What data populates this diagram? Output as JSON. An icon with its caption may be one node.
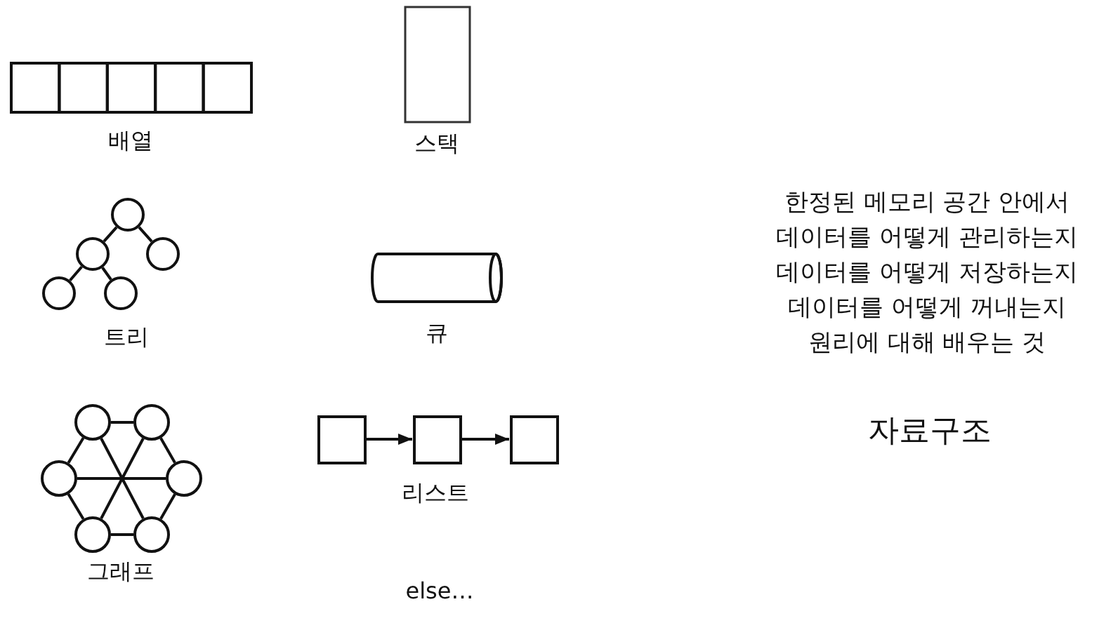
{
  "diagram": {
    "nodes": [
      {
        "text": [],
        "shape": "circle"
      },
      {
        "text": [],
        "shape": "circle"
      },
      {
        "text": [],
        "shape": "circle"
      },
      {
        "text": [],
        "shape": "circle"
      },
      {
        "text": [],
        "shape": "circle"
      },
      {
        "text": [],
        "shape": "circle"
      },
      {
        "text": [],
        "shape": "circle"
      },
      {
        "text": [],
        "shape": "circle"
      },
      {
        "text": [],
        "shape": "circle"
      },
      {
        "text": [],
        "shape": "circle"
      },
      {
        "text": [],
        "shape": "circle"
      },
      {
        "text": [],
        "shape": "box"
      },
      {
        "text": [],
        "shape": "box"
      },
      {
        "text": [],
        "shape": "box"
      }
    ],
    "edges": [
      {
        "from": 0,
        "to": 1,
        "arrow": "none"
      },
      {
        "from": 0,
        "to": 2,
        "arrow": "none"
      },
      {
        "from": 1,
        "to": 3,
        "arrow": "none"
      },
      {
        "from": 1,
        "to": 4,
        "arrow": "none"
      },
      {
        "from": 5,
        "to": 6,
        "arrow": "none"
      },
      {
        "from": 5,
        "to": 7,
        "arrow": "none"
      },
      {
        "from": 6,
        "to": 8,
        "arrow": "none"
      },
      {
        "from": 7,
        "to": 8,
        "arrow": "none"
      },
      {
        "from": 7,
        "to": 9,
        "arrow": "none"
      },
      {
        "from": 8,
        "to": 10,
        "arrow": "none"
      },
      {
        "from": 9,
        "to": 10,
        "arrow": "none"
      },
      {
        "from": 5,
        "to": 10,
        "arrow": "none"
      },
      {
        "from": 6,
        "to": 9,
        "arrow": "none"
      },
      {
        "from": 11,
        "to": 12,
        "arrow": "to"
      },
      {
        "from": 12,
        "to": 13,
        "arrow": "to"
      }
    ],
    "labels": [
      "배열",
      "스택",
      "한정된 메모리 공간 안에서 데이터를 어떻게 관리하는지 데이터를 어떻게 저장하는지 데이터를 어떻게 꺼내는지 원리에 대해 배우는 것",
      "트리",
      "큐",
      "자료구조",
      "그래프",
      "리스트",
      "else…"
    ]
  }
}
